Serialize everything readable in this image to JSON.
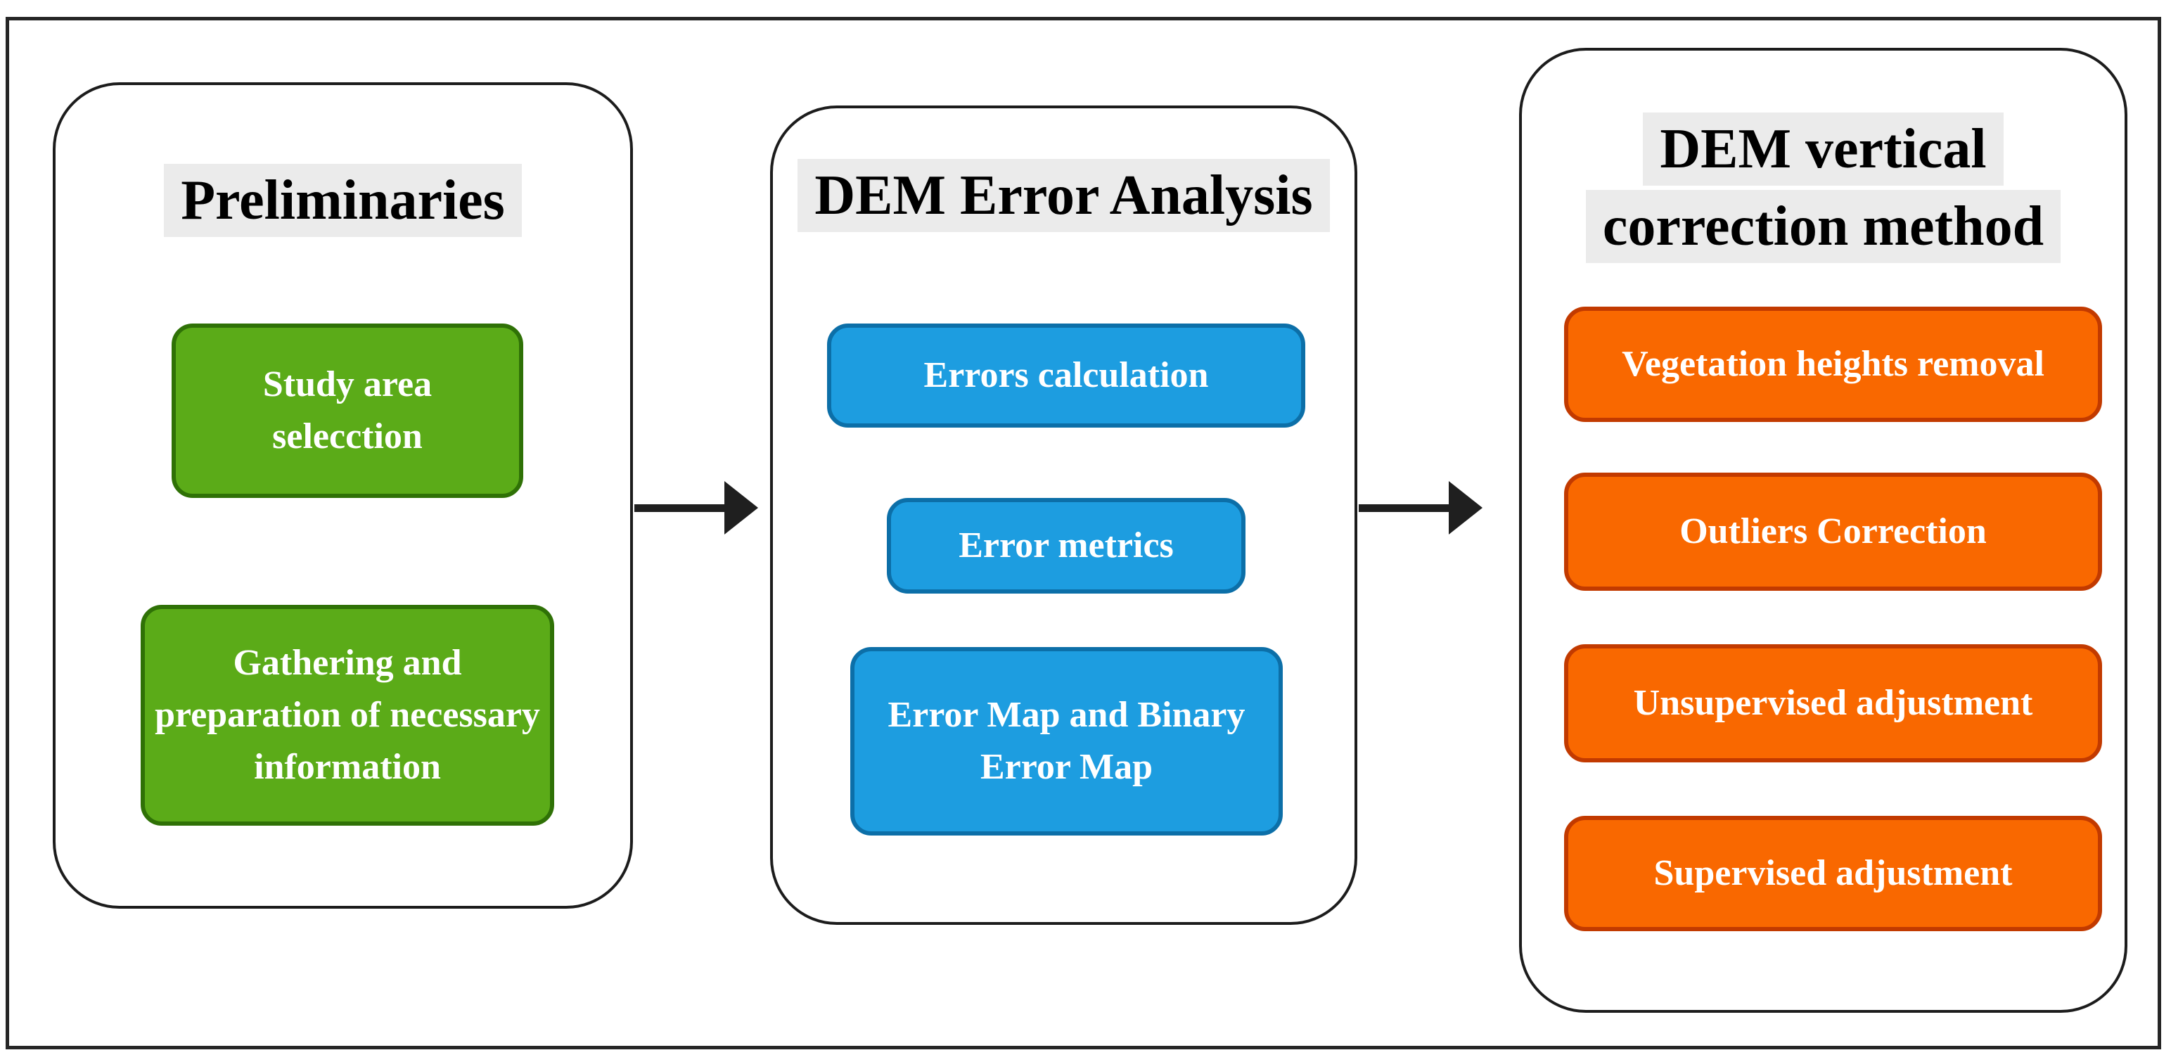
{
  "figure": {
    "type": "flowchart",
    "columns": [
      {
        "title": "Preliminaries",
        "title_lines": [
          "Preliminaries"
        ],
        "box_fill": "#5BAB18",
        "box_border": "#2F7106",
        "boxes": [
          "Study area selecction",
          "Gathering and preparation of necessary information"
        ]
      },
      {
        "title": "DEM Error Analysis",
        "title_lines": [
          "DEM Error Analysis"
        ],
        "box_fill": "#1D9DE0",
        "box_border": "#0C6FA8",
        "boxes": [
          "Errors calculation",
          "Error metrics",
          "Error Map and Binary Error Map"
        ]
      },
      {
        "title": "DEM vertical correction method",
        "title_lines": [
          "DEM vertical",
          "correction method"
        ],
        "box_fill": "#F96800",
        "box_border": "#C23A00",
        "boxes": [
          "Vegetation heights removal",
          "Outliers Correction",
          "Unsupervised adjustment",
          "Supervised adjustment"
        ]
      }
    ],
    "arrows": [
      {
        "from": "Preliminaries",
        "to": "DEM Error Analysis"
      },
      {
        "from": "DEM Error Analysis",
        "to": "DEM vertical correction method"
      }
    ],
    "colors": {
      "title_highlight": "#EBEBEB",
      "title_text": "#000000",
      "box_text": "#FFFFFF",
      "outline": "#1C1C1C",
      "frame_border": "#262626",
      "arrow": "#1F1F1F",
      "background": "#FFFFFF"
    }
  }
}
